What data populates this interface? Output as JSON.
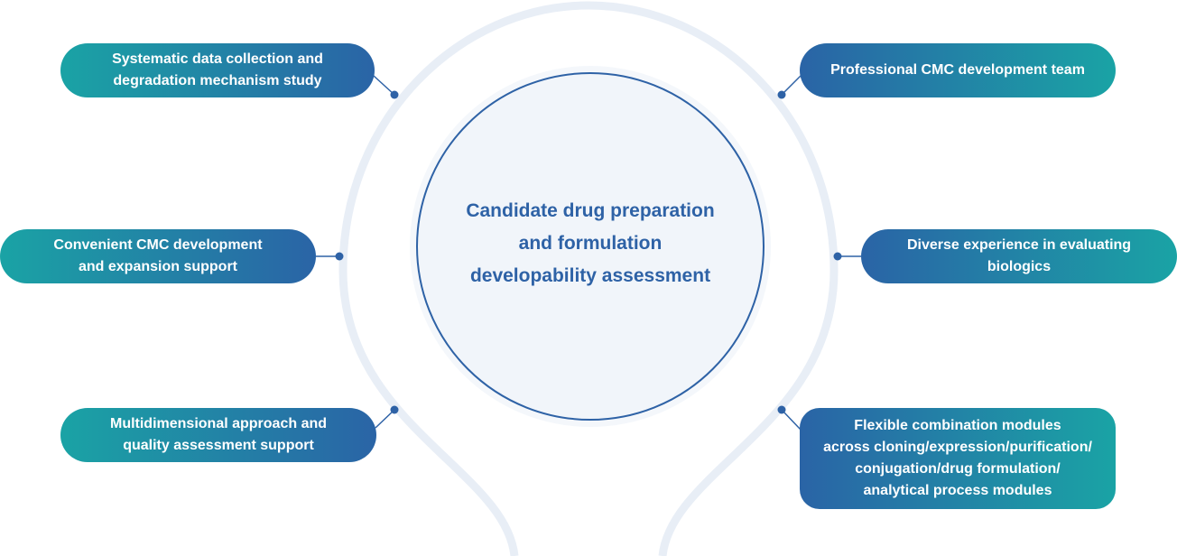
{
  "center": {
    "title": "Candidate drug preparation\nand formulation\ndevelopability assessment"
  },
  "features": {
    "left": [
      {
        "label": "Systematic data collection and\ndegradation mechanism study"
      },
      {
        "label": "Convenient CMC development\nand expansion support"
      },
      {
        "label": "Multidimensional approach and\nquality assessment support"
      }
    ],
    "right": [
      {
        "label": "Professional CMC development team"
      },
      {
        "label": "Diverse experience in evaluating\nbiologics"
      },
      {
        "label": "Flexible combination modules\nacross cloning/expression/purification/\nconjugation/drug formulation/\nanalytical process modules"
      }
    ]
  },
  "colors": {
    "teal": "#1aa3a5",
    "blue": "#2a64a6",
    "ring": "#e8eef6",
    "center_fill": "#f1f5fa"
  }
}
